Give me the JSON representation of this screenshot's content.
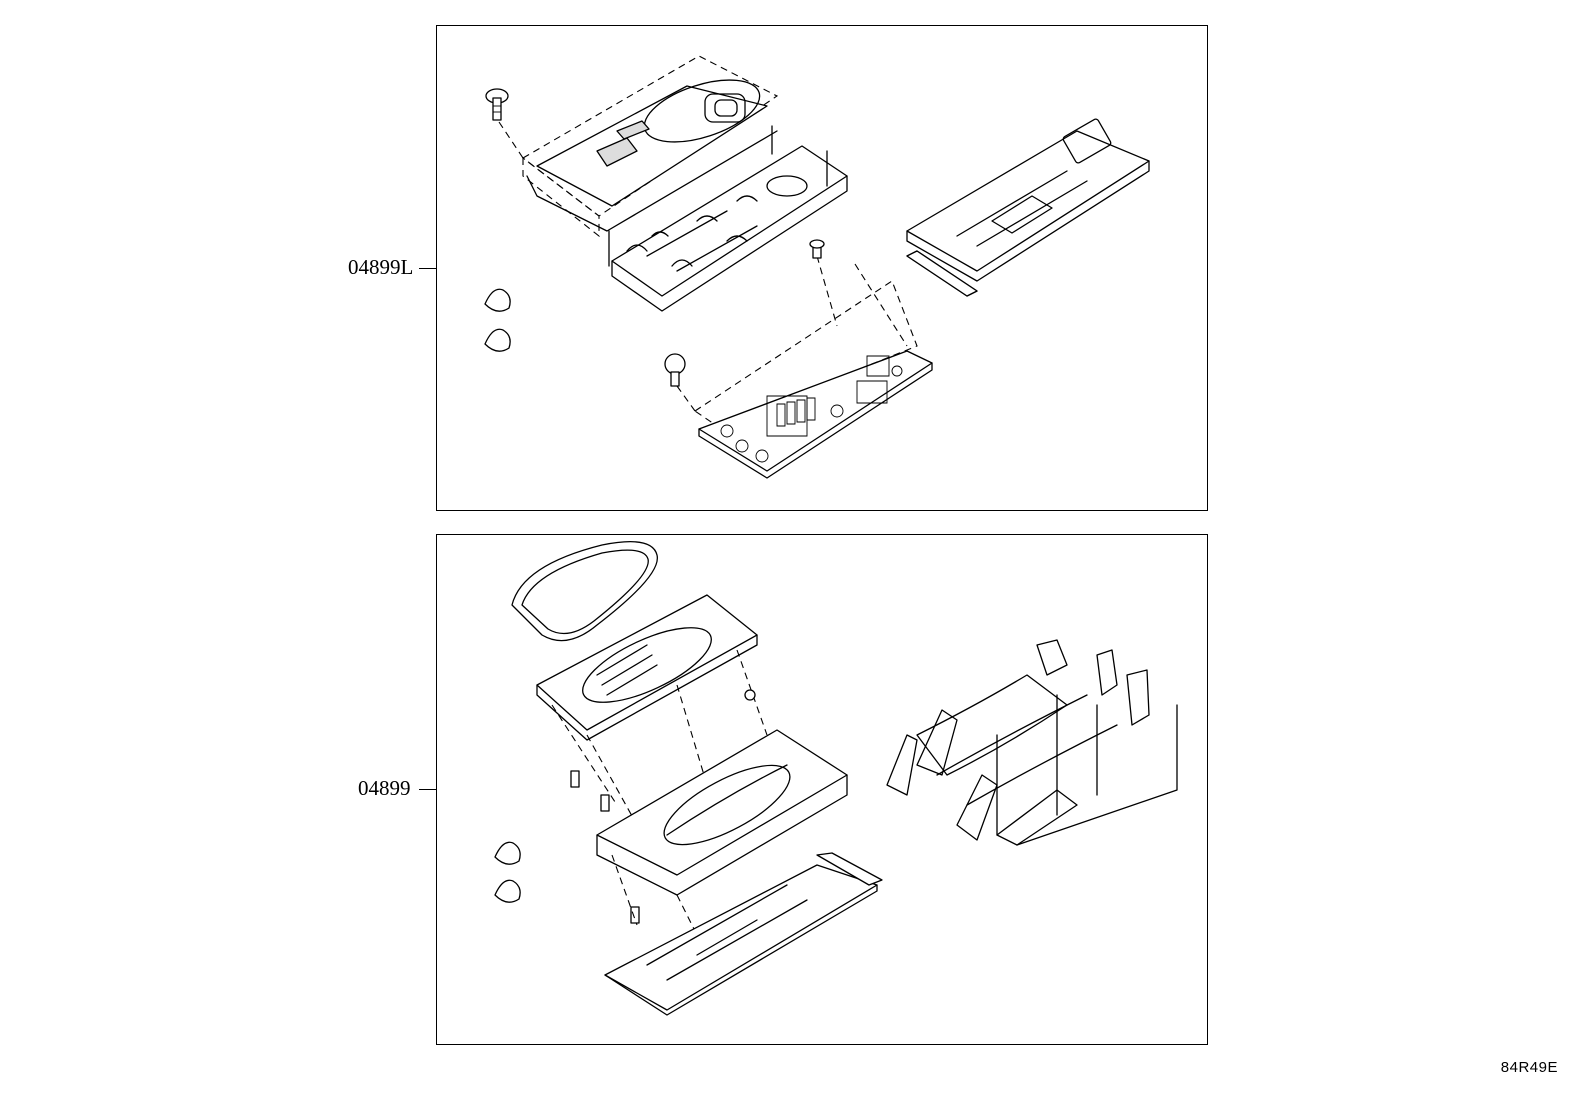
{
  "callouts": [
    {
      "id": "top",
      "part_number": "04899L"
    },
    {
      "id": "bottom",
      "part_number": "04899"
    }
  ],
  "figure_code": "84R49E"
}
